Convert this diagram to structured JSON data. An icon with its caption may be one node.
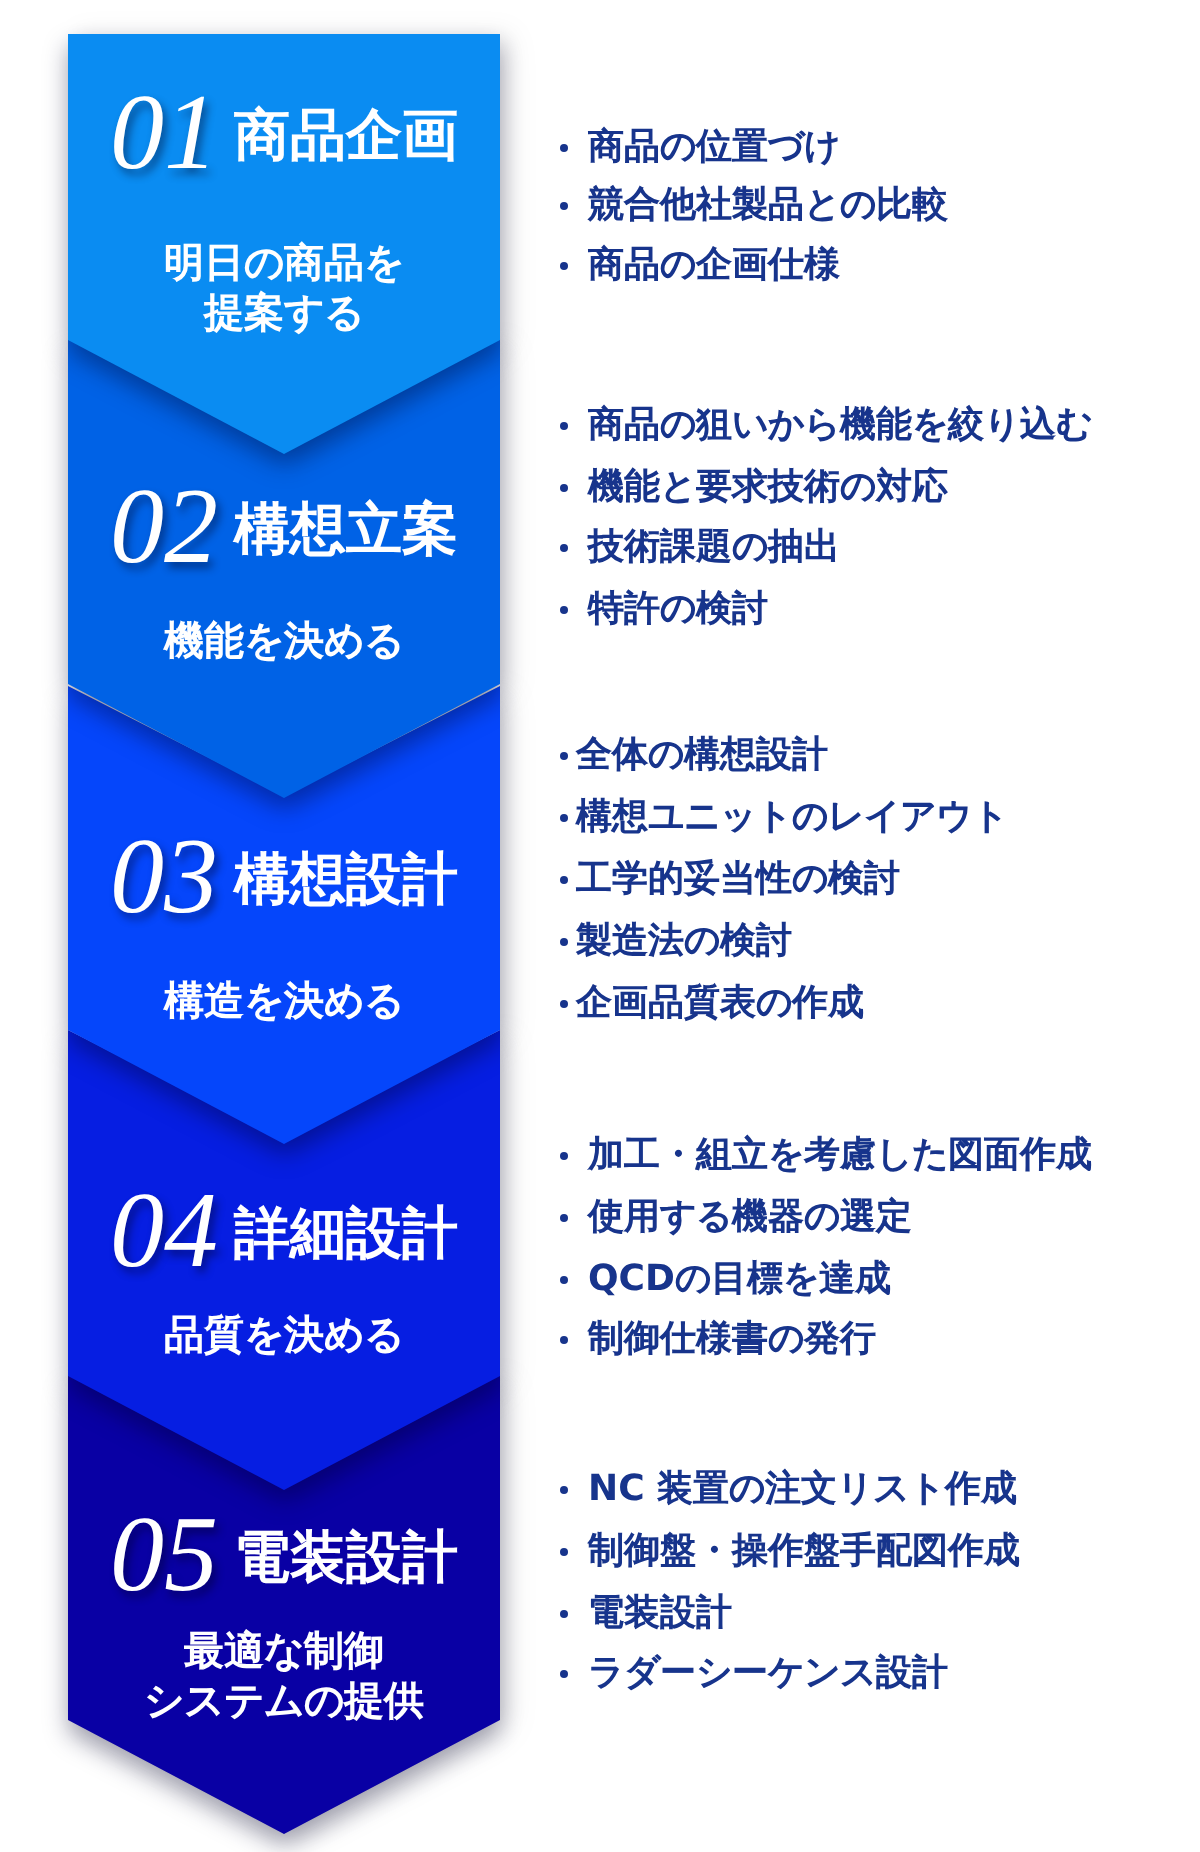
{
  "diagram": {
    "nodes": [
      {
        "text": [
          "01",
          "商品企画",
          "明日の商品を提案する"
        ],
        "beside": [
          "商品の位置づけ",
          "競合他社製品との比較",
          "商品の企画仕様"
        ]
      },
      {
        "text": [
          "02",
          "構想立案",
          "機能を決める"
        ],
        "beside": [
          "商品の狙いから機能を絞り込む",
          "機能と要求技術の対応",
          "技術課題の抽出",
          "特許の検討"
        ]
      },
      {
        "text": [
          "03",
          "構想設計",
          "構造を決める"
        ],
        "beside": [
          "全体の構想設計",
          "構想ユニットのレイアウト",
          "工学的妥当性の検討",
          "製造法の検討",
          "企画品質表の作成"
        ]
      },
      {
        "text": [
          "04",
          "詳細設計",
          "品質を決める"
        ],
        "beside": [
          "加工・組立を考慮した図面作成",
          "使用する機器の選定",
          "QCDの目標を達成",
          "制御仕様書の発行"
        ]
      },
      {
        "text": [
          "05",
          "電装設計",
          "最適な制御システムの提供"
        ],
        "beside": [
          "NC 装置の注文リスト作成",
          "制御盤・操作盤手配図作成",
          "電装設計",
          "ラダーシーケンス設計"
        ]
      }
    ]
  }
}
